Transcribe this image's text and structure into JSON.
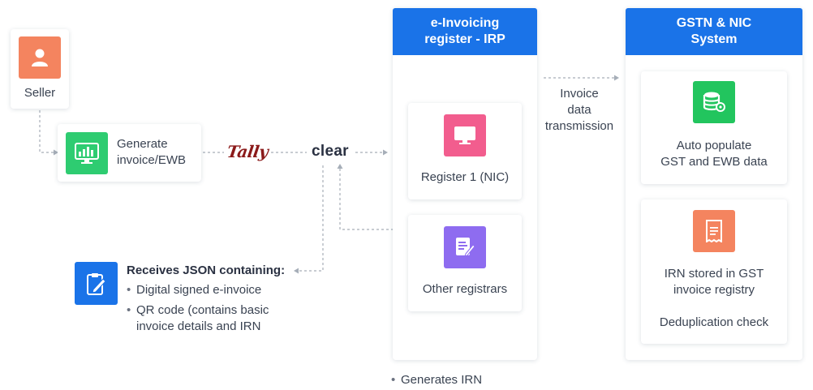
{
  "seller": {
    "label": "Seller"
  },
  "generate": {
    "label_line1": "Generate",
    "label_line2": "invoice/EWB"
  },
  "tally": {
    "logo_text": "Tally"
  },
  "clear": {
    "logo_text": "clear"
  },
  "irp": {
    "header_line1": "e-Invoicing",
    "header_line2": "register - IRP",
    "register1": "Register 1 (NIC)",
    "other": "Other registrars",
    "note": "Generates IRN"
  },
  "transmission": {
    "line1": "Invoice",
    "line2": "data",
    "line3": "transmission"
  },
  "gstn": {
    "header_line1": "GSTN & NIC",
    "header_line2": "System",
    "auto_line1": "Auto populate",
    "auto_line2": "GST and EWB data",
    "irn_line1": "IRN stored in GST",
    "irn_line2": "invoice registry",
    "dedup": "Deduplication check"
  },
  "receives": {
    "title": "Receives JSON containing:",
    "items": [
      "Digital signed e-invoice",
      "QR code (contains basic",
      "invoice details and IRN"
    ]
  },
  "colors": {
    "accent_blue": "#1a73e8",
    "seller_orange": "#f4845f",
    "generate_green": "#2ecc71",
    "register_pink": "#f25d8e",
    "other_purple": "#8e6cf0",
    "gstn_green": "#22c55e",
    "irn_orange": "#f4845f",
    "tally_red": "#8b1a1a"
  },
  "icons": {
    "seller": "user-icon",
    "generate": "invoice-chart-icon",
    "register1": "monitor-icon",
    "other": "document-edit-icon",
    "auto": "database-gear-icon",
    "irn": "receipt-icon",
    "receives": "clipboard-edit-icon"
  }
}
